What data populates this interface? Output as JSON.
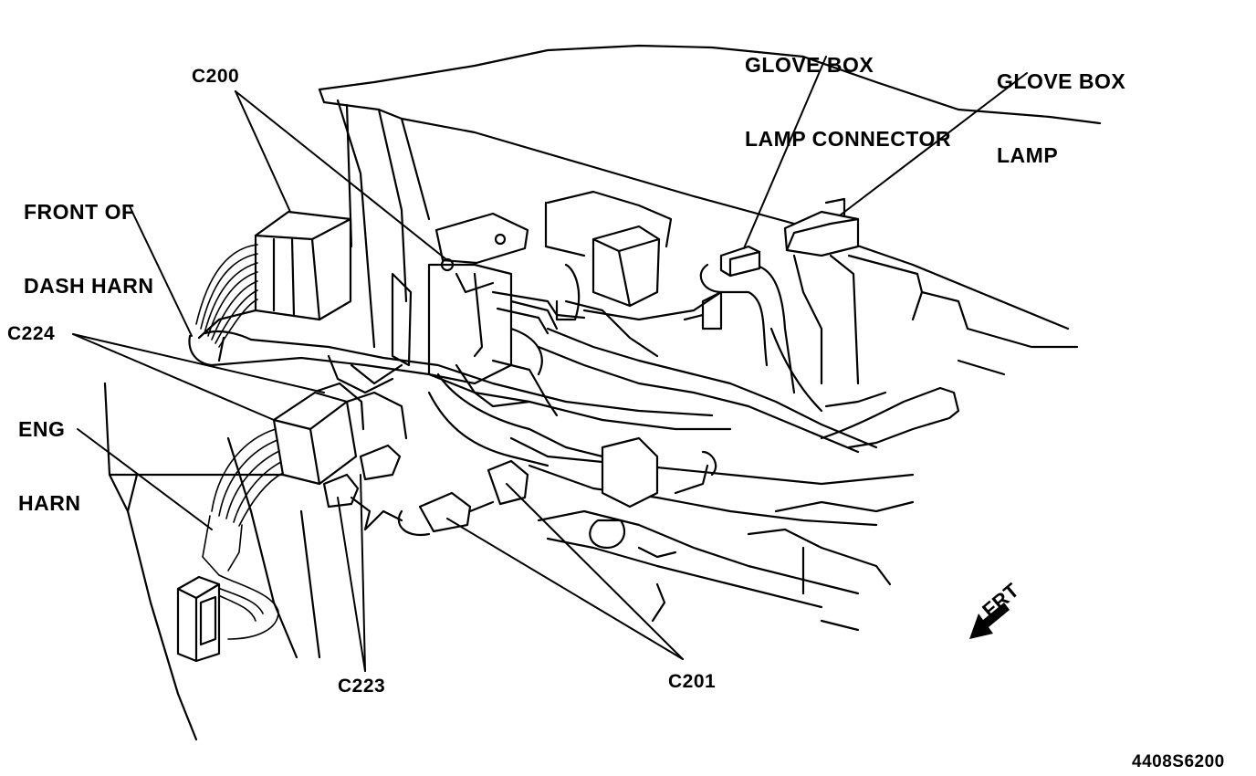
{
  "labels": {
    "glove_box_lamp_connector": [
      "GLOVE BOX",
      "LAMP CONNECTOR"
    ],
    "glove_box_lamp": [
      "GLOVE BOX",
      "LAMP"
    ],
    "c200": "C200",
    "front_of_dash_harn": [
      "FRONT OF",
      "DASH HARN"
    ],
    "c224": "C224",
    "eng_harn": [
      "ENG",
      "HARN"
    ],
    "c223": "C223",
    "c201": "C201",
    "frt": "FRT",
    "figure_code": "4408S6200"
  },
  "colors": {
    "ink": "#000000",
    "paper": "#ffffff"
  }
}
